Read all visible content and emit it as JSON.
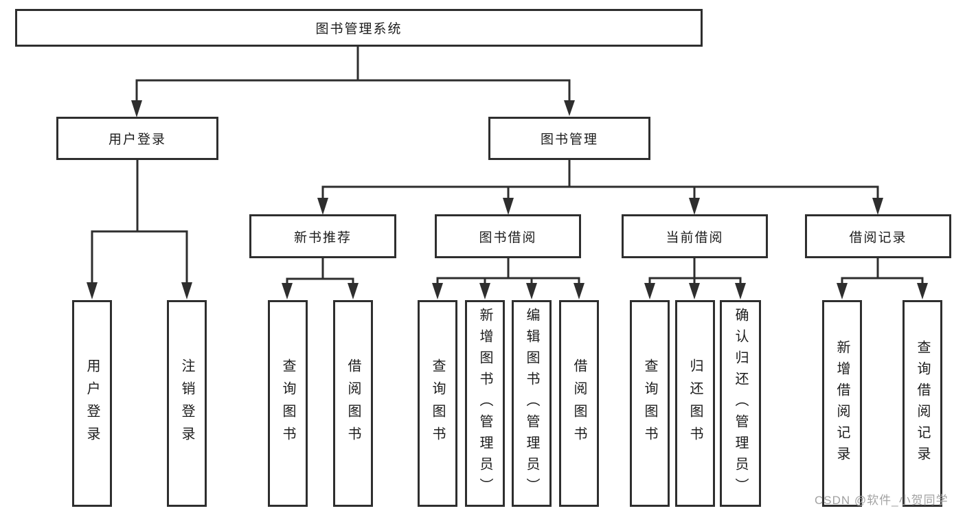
{
  "title": "图书管理系统",
  "branches": [
    {
      "label": "用户登录",
      "children": [
        {
          "label": "用户登录"
        },
        {
          "label": "注销登录"
        }
      ]
    },
    {
      "label": "图书管理",
      "sections": [
        {
          "label": "新书推荐",
          "children": [
            {
              "label": "查询图书"
            },
            {
              "label": "借阅图书"
            }
          ]
        },
        {
          "label": "图书借阅",
          "children": [
            {
              "label": "查询图书"
            },
            {
              "label": "新增图书（管理员）"
            },
            {
              "label": "编辑图书（管理员）"
            },
            {
              "label": "借阅图书"
            }
          ]
        },
        {
          "label": "当前借阅",
          "children": [
            {
              "label": "查询图书"
            },
            {
              "label": "归还图书"
            },
            {
              "label": "确认归还（管理员）"
            }
          ]
        },
        {
          "label": "借阅记录",
          "children": [
            {
              "label": "新增借阅记录"
            },
            {
              "label": "查询借阅记录"
            }
          ]
        }
      ]
    }
  ],
  "watermark": "CSDN @软件_小贺同学",
  "colors": {
    "line": "#2e2e2e",
    "text": "#1c1c1c",
    "watermark": "#a2a2a2",
    "background": "#ffffff"
  }
}
